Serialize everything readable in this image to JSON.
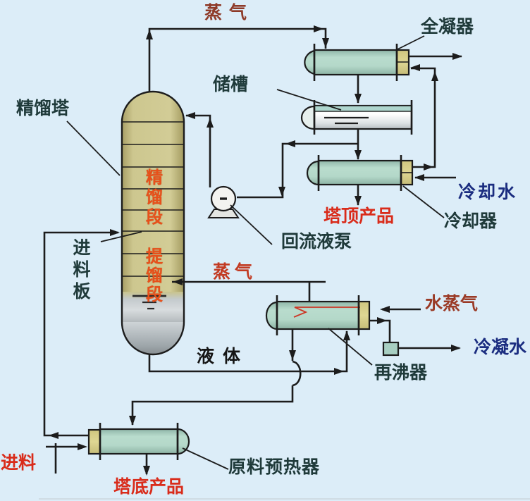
{
  "diagram": {
    "labels": {
      "vapor_top": {
        "text": "蒸气",
        "color": "#8e3a28"
      },
      "total_condenser": {
        "text": "全凝器",
        "color": "#1f3a3a"
      },
      "storage_tank": {
        "text": "储槽",
        "color": "#1f3a3a"
      },
      "column": {
        "text": "精馏塔",
        "color": "#1f3a3a"
      },
      "rectifying_section": {
        "text": "精馏段",
        "color": "#e8501a"
      },
      "stripping_section": {
        "text": "提馏段",
        "color": "#e8501a"
      },
      "feed_plate": {
        "text": "进料板",
        "color": "#1f3a3a"
      },
      "cooling_water": {
        "text": "冷却水",
        "color": "#1b2d80"
      },
      "cooler": {
        "text": "冷却器",
        "color": "#1f3a3a"
      },
      "top_product": {
        "text": "塔顶产品",
        "color": "#d92b1a"
      },
      "reflux_pump": {
        "text": "回流液泵",
        "color": "#1f3a3a"
      },
      "vapor_mid": {
        "text": "蒸气",
        "color": "#c23a22"
      },
      "steam": {
        "text": "水蒸气",
        "color": "#9a3a26"
      },
      "condensate_water": {
        "text": "冷凝水",
        "color": "#1b2d80"
      },
      "reboiler": {
        "text": "再沸器",
        "color": "#1f3a3a"
      },
      "liquid": {
        "text": "液体",
        "color": "#151515"
      },
      "feed": {
        "text": "进料",
        "color": "#d92b1a"
      },
      "feed_preheater": {
        "text": "原料预热器",
        "color": "#1f3a3a"
      },
      "bottom_product": {
        "text": "塔底产品",
        "color": "#d92b1a"
      }
    },
    "colors": {
      "background": "#dcedf8",
      "line": "#1c1c1c",
      "column_body_tan": "#c8c28a",
      "column_sump_gray": "#c6ccce",
      "vessel_teal": "#b2d8ca",
      "vessel_end_cap_tan": "#d8cf8b",
      "tank_body_white": "#f2f5f6",
      "reboiler_internals_red": "#cc3726",
      "accent_red": "#d92b1a",
      "accent_navy": "#1b2d80",
      "accent_dark_red": "#9a3a26",
      "label_dark": "#1f3a3a"
    }
  }
}
